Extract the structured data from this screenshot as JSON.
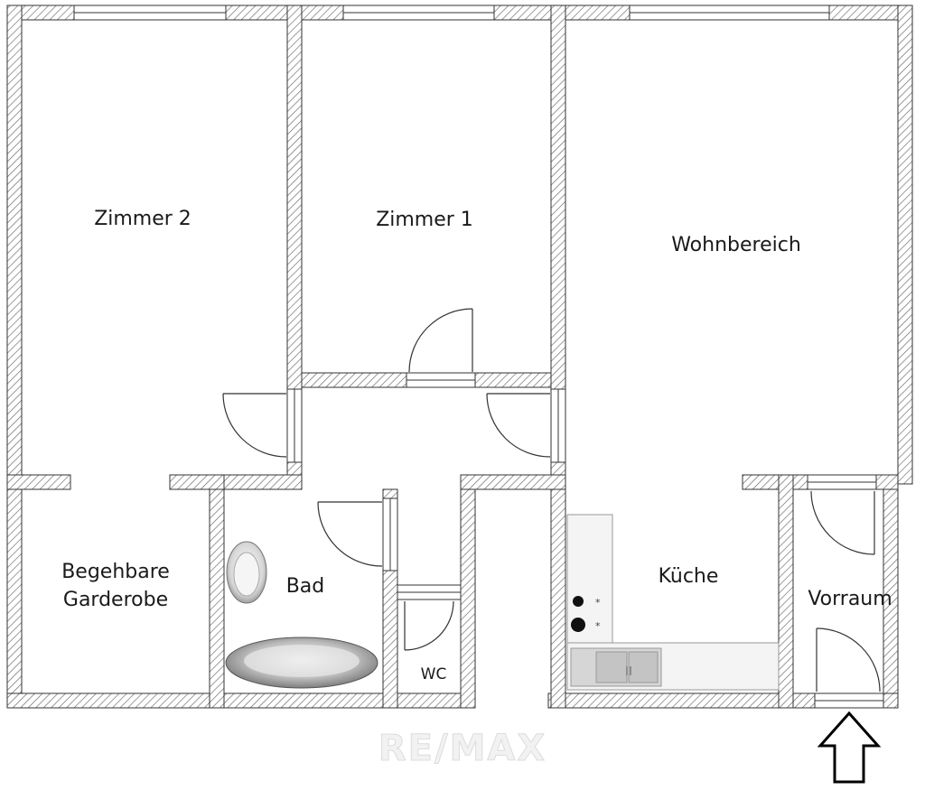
{
  "plan": {
    "rooms": {
      "zimmer2": "Zimmer 2",
      "zimmer1": "Zimmer 1",
      "wohnbereich": "Wohnbereich",
      "garderobe_line1": "Begehbare",
      "garderobe_line2": "Garderobe",
      "bad": "Bad",
      "wc": "WC",
      "kueche": "Küche",
      "vorraum": "Vorraum"
    },
    "watermark": "RE/MAX",
    "colors": {
      "wall_hatch": "#555555",
      "wall_fill": "#ffffff",
      "line": "#333333"
    },
    "icons": [
      "entrance-arrow-icon",
      "sink-icon",
      "bathtub-icon",
      "stove-icon"
    ]
  }
}
